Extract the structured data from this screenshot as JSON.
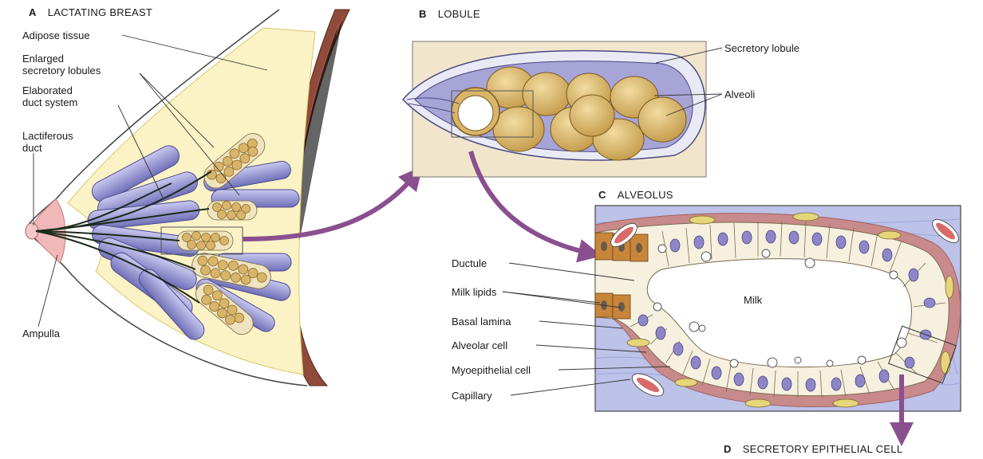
{
  "panels": {
    "a": {
      "letter": "A",
      "title": "LACTATING BREAST"
    },
    "b": {
      "letter": "B",
      "title": "LOBULE"
    },
    "c": {
      "letter": "C",
      "title": "ALVEOLUS"
    },
    "d": {
      "letter": "D",
      "title": "SECRETORY EPITHELIAL CELL"
    }
  },
  "labels": {
    "adipose": "Adipose tissue",
    "enlarged_line1": "Enlarged",
    "enlarged_line2": "secretory lobules",
    "elaborated_line1": "Elaborated",
    "elaborated_line2": "duct system",
    "lactiferous_line1": "Lactiferous",
    "lactiferous_line2": "duct",
    "ampulla": "Ampulla",
    "secretory_lobule": "Secretory lobule",
    "alveoli": "Alveoli",
    "milk": "Milk",
    "ductule": "Ductule",
    "milk_lipids": "Milk lipids",
    "basal_lamina": "Basal lamina",
    "alveolar_cell": "Alveolar cell",
    "myoepithelial_cell": "Myoepithelial cell",
    "capillary": "Capillary"
  },
  "colors": {
    "lobule_fill": "#d9b56a",
    "lobule_stroke": "#8a6a2a",
    "duct_fill": "#8f8fd0",
    "panel_bg": "#f1e6cc",
    "alveolus_bg": "#b9bfe6",
    "basal_ring": "#c98a8a",
    "cell_fill": "#f6f1df",
    "nucleus": "#8f86c8",
    "arrow": "#8a4f8f",
    "muscle": "#8f4a3a",
    "capillary": "#d86a6a"
  }
}
